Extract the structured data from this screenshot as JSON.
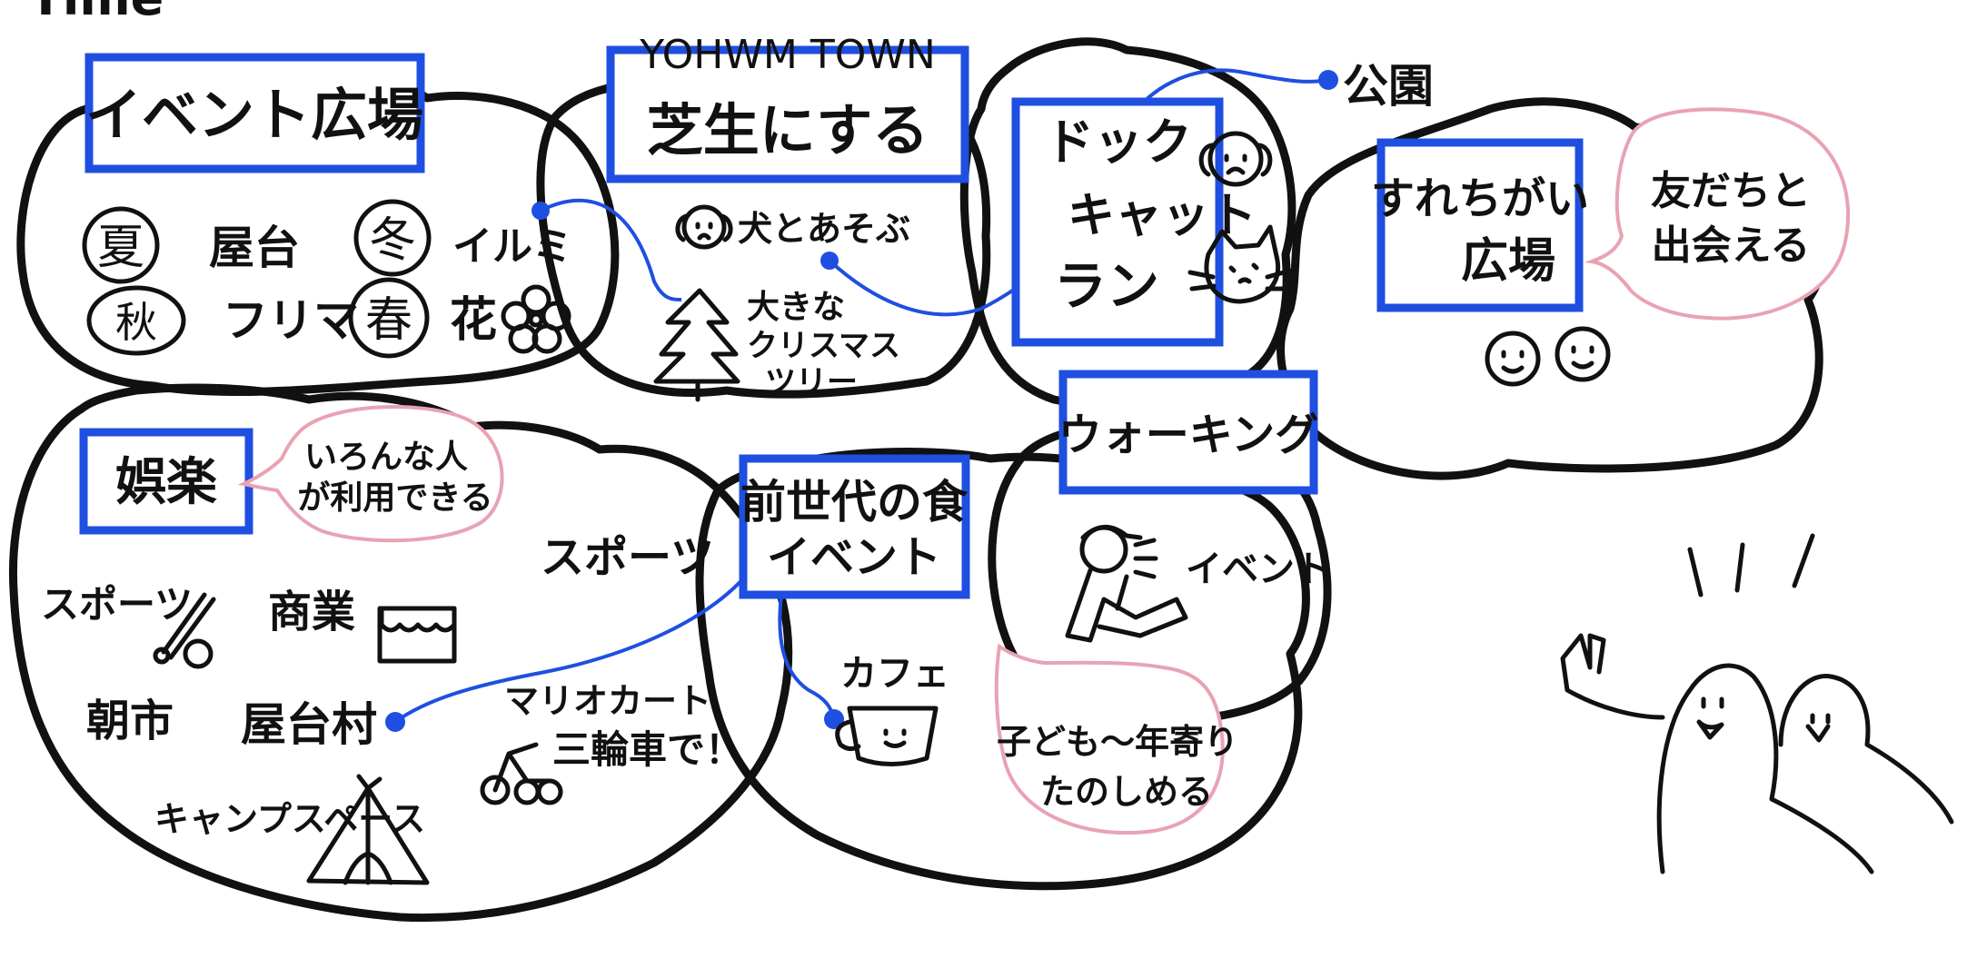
{
  "header": {
    "title": "Time"
  },
  "event_plaza": {
    "title": "イベント広場",
    "seasons": [
      {
        "badge": "夏",
        "text": "屋台"
      },
      {
        "badge": "冬",
        "text": "イルミ"
      },
      {
        "badge": "秋",
        "text": "フリマ"
      },
      {
        "badge": "春",
        "text": "花"
      }
    ]
  },
  "lawn": {
    "subtitle": "YOHWM TOWN",
    "title": "芝生にする",
    "play_with_dogs": "犬とあそぶ",
    "tree_text": [
      "大きな",
      "クリスマス",
      "ツリー"
    ]
  },
  "dog_run": {
    "lines": [
      "ドック",
      "キャット",
      "ラン"
    ],
    "park": "公園"
  },
  "passing": {
    "title_lines": [
      "すれちがい",
      "広場"
    ],
    "bubble_lines": [
      "友だちと",
      "出会える"
    ]
  },
  "entertainment": {
    "title": "娯楽",
    "bubble_lines": [
      "いろんな人",
      "が利用できる"
    ],
    "sports_right": "スポーツ",
    "sports_left": "スポーツ",
    "commerce": "商業",
    "morning_market": "朝市",
    "stall_village": "屋台村",
    "mariokart_lines": [
      "マリオカート",
      "三輪車で！"
    ],
    "camp": "キャンプスペース"
  },
  "food": {
    "title_lines": [
      "前世代の食",
      "イベント"
    ],
    "cafe": "カフェ",
    "bubble_lines": [
      "子ども〜年寄り",
      "たのしめる"
    ]
  },
  "walking": {
    "title": "ウォーキング",
    "event": "イベント"
  },
  "colors": {
    "ink": "#111111",
    "accent_blue": "#1f4fe0",
    "bubble_pink": "#e8a3b3"
  },
  "icons": [
    "dog-face-icon",
    "cat-face-icon",
    "flower-icon",
    "tree-icon",
    "bat-ball-icon",
    "shop-awning-icon",
    "tricycle-icon",
    "tent-icon",
    "cup-icon",
    "smiley-face-icon",
    "walker-icon",
    "cheering-people-icon"
  ]
}
